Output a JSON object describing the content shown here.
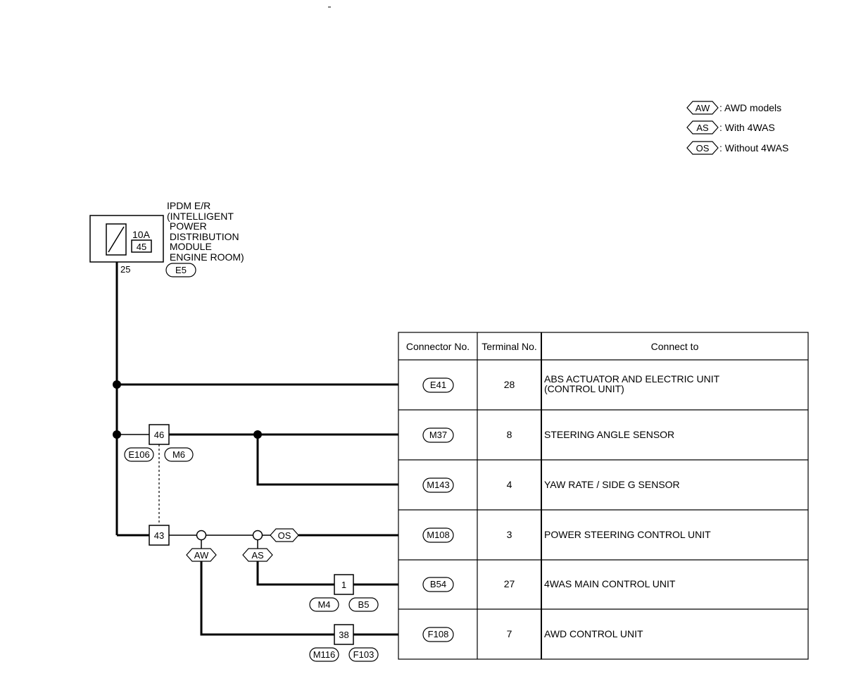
{
  "ipdm": {
    "name_lines": "IPDM E/R\n(INTELLIGENT\n POWER\n DISTRIBUTION\n MODULE\n ENGINE ROOM)",
    "fuse_amp": "10A",
    "fuse_no": "45",
    "terminal": "25",
    "connector": "E5"
  },
  "legend": [
    {
      "code": "AW",
      "desc": ": AWD models"
    },
    {
      "code": "AS",
      "desc": ": With 4WAS"
    },
    {
      "code": "OS",
      "desc": ": Without 4WAS"
    }
  ],
  "junctions": {
    "j46": {
      "num": "46",
      "conn_a": "E106",
      "conn_b": "M6"
    },
    "j43": {
      "num": "43"
    },
    "j1": {
      "num": "1",
      "conn_a": "M4",
      "conn_b": "B5"
    },
    "j38": {
      "num": "38",
      "conn_a": "M116",
      "conn_b": "F103"
    }
  },
  "branch_tags": {
    "aw": "AW",
    "as": "AS",
    "os": "OS"
  },
  "table": {
    "headers": [
      "Connector No.",
      "Terminal No.",
      "Connect to"
    ],
    "rows": [
      {
        "connector": "E41",
        "terminal": "28",
        "connect_to": "ABS ACTUATOR AND ELECTRIC UNIT\n(CONTROL UNIT)"
      },
      {
        "connector": "M37",
        "terminal": "8",
        "connect_to": "STEERING ANGLE SENSOR"
      },
      {
        "connector": "M143",
        "terminal": "4",
        "connect_to": "YAW RATE / SIDE G SENSOR"
      },
      {
        "connector": "M108",
        "terminal": "3",
        "connect_to": "POWER STEERING CONTROL UNIT"
      },
      {
        "connector": "B54",
        "terminal": "27",
        "connect_to": "4WAS MAIN CONTROL UNIT"
      },
      {
        "connector": "F108",
        "terminal": "7",
        "connect_to": "AWD CONTROL UNIT"
      }
    ]
  }
}
